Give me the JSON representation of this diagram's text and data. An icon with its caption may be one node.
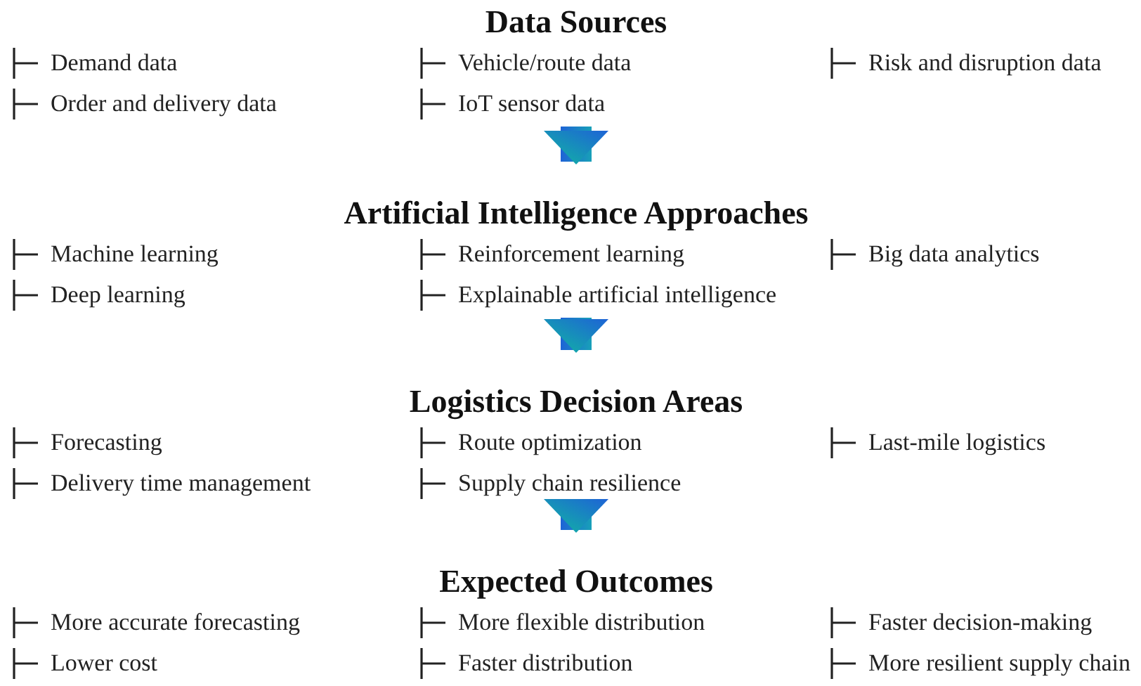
{
  "diagram": {
    "nodes": [
      {
        "text": [
          "Data Sources",
          "Demand data",
          "Order and delivery data",
          "Vehicle/route data",
          "IoT sensor data",
          "Risk and disruption data"
        ]
      },
      {
        "text": [
          "Artificial Intelligence Approaches",
          "Machine learning",
          "Deep learning",
          "Reinforcement learning",
          "Explainable artificial intelligence",
          "Big data analytics"
        ]
      },
      {
        "text": [
          "Logistics Decision Areas",
          "Forecasting",
          "Delivery time management",
          "Route optimization",
          "Supply chain resilience",
          "Last-mile logistics"
        ]
      },
      {
        "text": [
          "Expected Outcomes",
          "More accurate forecasting",
          "Lower cost",
          "More flexible distribution",
          "Faster distribution",
          "Faster decision-making",
          "More resilient supply chain"
        ]
      }
    ],
    "edges": [
      {
        "from": 0,
        "to": 1,
        "arrow": "to"
      },
      {
        "from": 1,
        "to": 2,
        "arrow": "to"
      },
      {
        "from": 2,
        "to": 3,
        "arrow": "to"
      }
    ]
  }
}
